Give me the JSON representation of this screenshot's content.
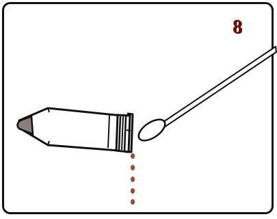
{
  "step": {
    "number": "8"
  },
  "colors": {
    "frame": "#111111",
    "step_number": "#7a0b0b",
    "ink": "#111111",
    "tip_grey": "#8a7f7a",
    "drops": "#9b4a30"
  },
  "illustration": {
    "objects": [
      "vial-tube-icon",
      "cotton-swab-icon",
      "liquid-drops"
    ],
    "drop_count": 5
  }
}
